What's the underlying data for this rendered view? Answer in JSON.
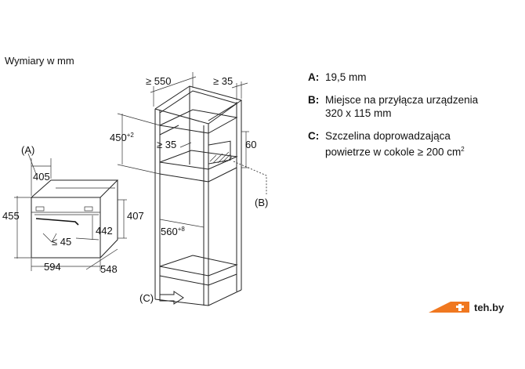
{
  "title": "Wymiary w mm",
  "oven": {
    "callout": "(A)",
    "dim_top_depth": "405",
    "dim_height": "455",
    "dim_front_height": "407",
    "dim_inner_height": "442",
    "dim_min_45": "≤ 45",
    "dim_width": "594",
    "dim_depth": "548"
  },
  "cabinet": {
    "dim_width": "≥ 550",
    "dim_gap": "≥ 35",
    "dim_niche_height": "450",
    "dim_niche_height_sup": "+2",
    "dim_gap_inner": "≥ 35",
    "dim_60": "60",
    "dim_niche_width": "560",
    "dim_niche_width_sup": "+8",
    "callout_b": "(B)",
    "callout_c": "(C)"
  },
  "legend": [
    {
      "key": "A:",
      "lines": [
        "19,5 mm"
      ]
    },
    {
      "key": "B:",
      "lines": [
        "Miejsce na przyłącza urządzenia",
        "320 x 115 mm"
      ]
    },
    {
      "key": "C:",
      "lines": [
        "Szczelina doprowadzająca",
        "powietrze w cokole ≥ 200 cm"
      ],
      "superscript": "2"
    }
  ],
  "watermark": {
    "text": "teh.by",
    "color": "#f07820",
    "icon": "teh-logo-icon"
  }
}
